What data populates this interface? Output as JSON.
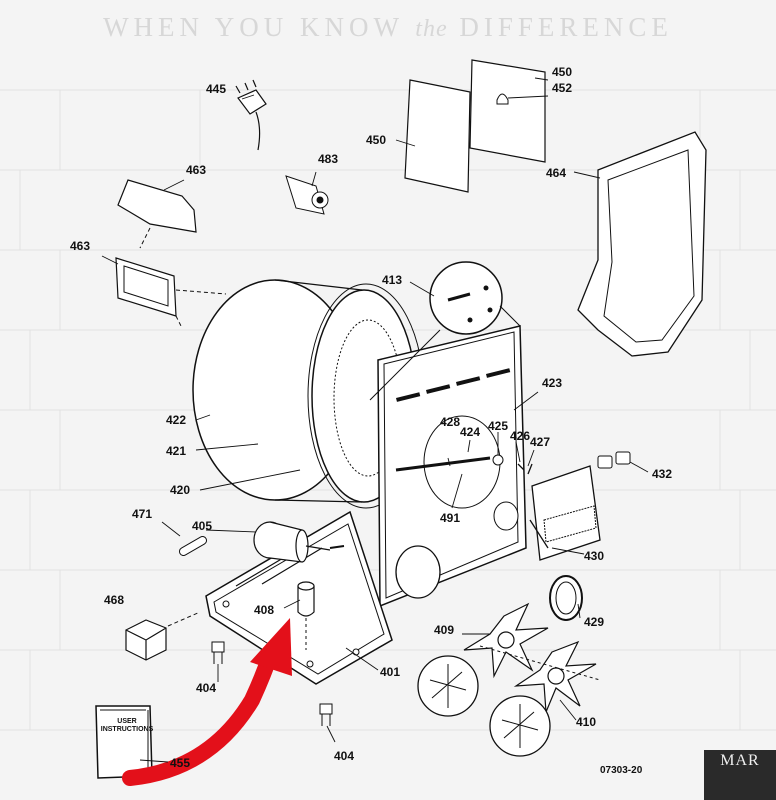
{
  "banner": {
    "part1": "WHEN YOU KNOW",
    "part2": "the",
    "part3": "DIFFERENCE"
  },
  "diagram_code": "07303-20",
  "manual_label": [
    "USER",
    "INSTRUCTIONS"
  ],
  "logo_text": "MAR",
  "callouts": [
    {
      "id": "c445",
      "text": "445"
    },
    {
      "id": "c450a",
      "text": "450"
    },
    {
      "id": "c452",
      "text": "452"
    },
    {
      "id": "c450b",
      "text": "450"
    },
    {
      "id": "c483",
      "text": "483"
    },
    {
      "id": "c463a",
      "text": "463"
    },
    {
      "id": "c464",
      "text": "464"
    },
    {
      "id": "c463b",
      "text": "463"
    },
    {
      "id": "c413",
      "text": "413"
    },
    {
      "id": "c423",
      "text": "423"
    },
    {
      "id": "c422",
      "text": "422"
    },
    {
      "id": "c428",
      "text": "428"
    },
    {
      "id": "c424",
      "text": "424"
    },
    {
      "id": "c425",
      "text": "425"
    },
    {
      "id": "c426",
      "text": "426"
    },
    {
      "id": "c427",
      "text": "427"
    },
    {
      "id": "c421",
      "text": "421"
    },
    {
      "id": "c432",
      "text": "432"
    },
    {
      "id": "c420",
      "text": "420"
    },
    {
      "id": "c491",
      "text": "491"
    },
    {
      "id": "c471",
      "text": "471"
    },
    {
      "id": "c405",
      "text": "405"
    },
    {
      "id": "c430",
      "text": "430"
    },
    {
      "id": "c468",
      "text": "468"
    },
    {
      "id": "c408",
      "text": "408"
    },
    {
      "id": "c429",
      "text": "429"
    },
    {
      "id": "c409",
      "text": "409"
    },
    {
      "id": "c401",
      "text": "401"
    },
    {
      "id": "c404a",
      "text": "404"
    },
    {
      "id": "c410",
      "text": "410"
    },
    {
      "id": "c404b",
      "text": "404"
    },
    {
      "id": "c455",
      "text": "455"
    }
  ],
  "colors": {
    "arrow": "#e3101a",
    "ink": "#111111",
    "background": "#f4f4f4"
  }
}
